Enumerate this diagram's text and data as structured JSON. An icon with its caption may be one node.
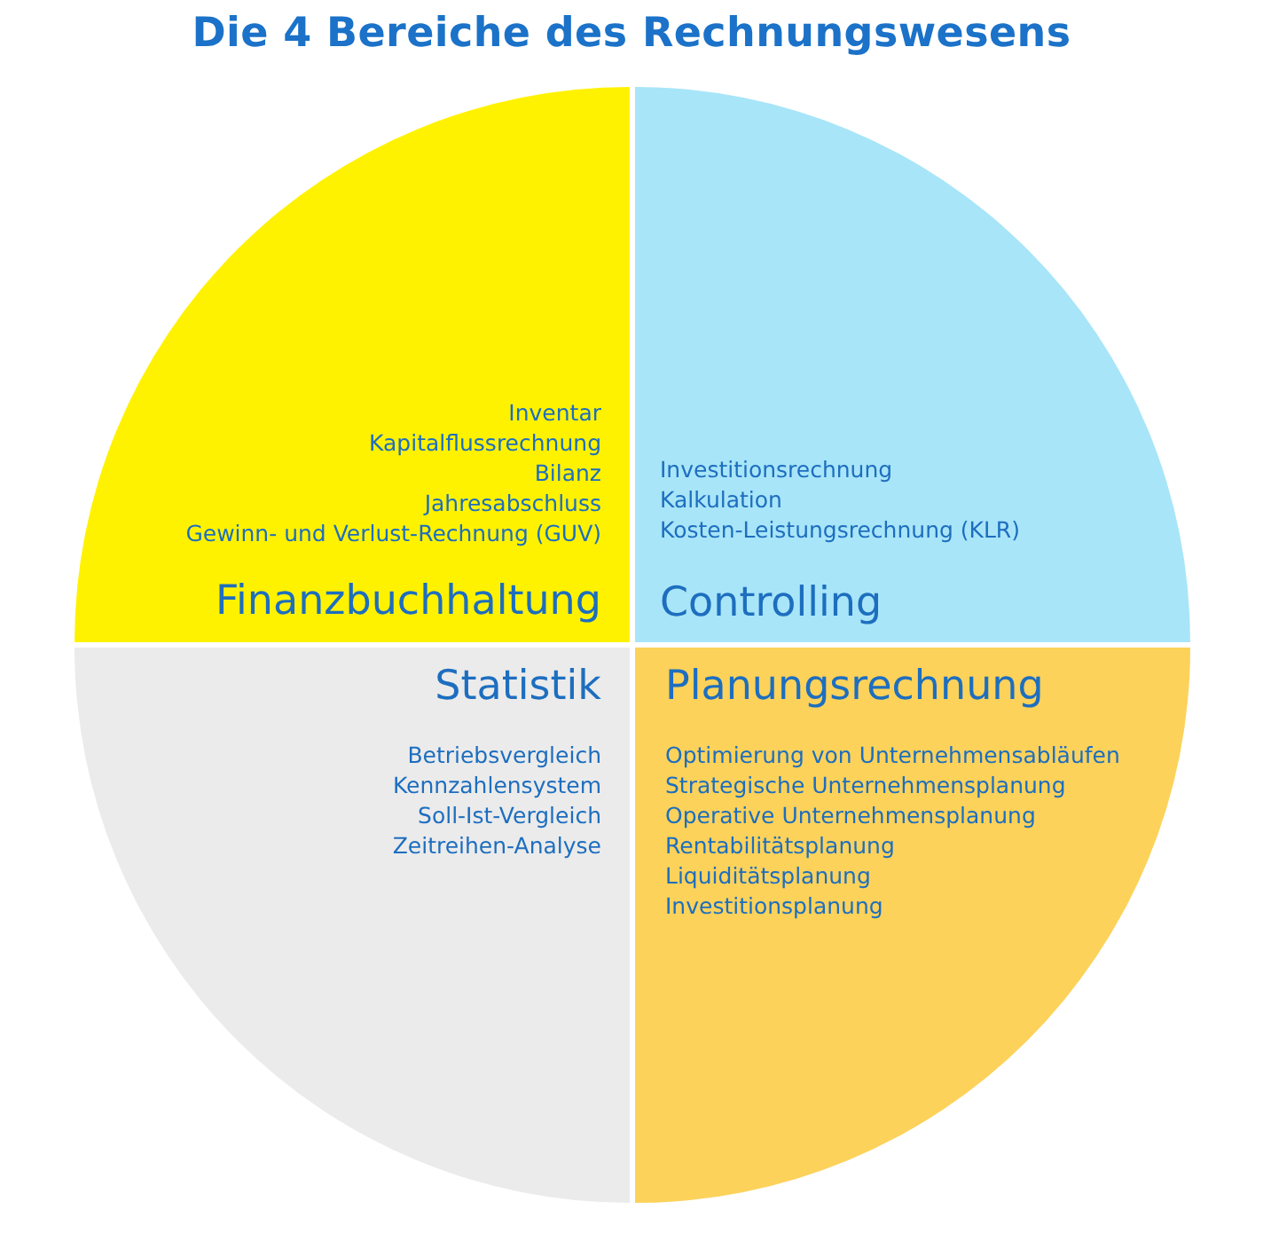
{
  "diagram": {
    "title": "Die 4 Bereiche des Rechnungswesens",
    "nodes": [
      {
        "text": [
          "Inventar",
          "Kapitalflussrechnung",
          "Bilanz",
          "Jahresabschluss",
          "Gewinn- und Verlust-Rechnung (GUV)",
          "Finanzbuchhaltung"
        ]
      },
      {
        "text": [
          "Investitionsrechnung",
          "Kalkulation",
          "Kosten-Leistungsrechnung (KLR)",
          "Controlling"
        ]
      },
      {
        "text": [
          "Statistik",
          "Betriebsvergleich",
          "Kennzahlensystem",
          "Soll-Ist-Vergleich",
          "Zeitreihen-Analyse"
        ]
      },
      {
        "text": [
          "Planungsrechnung",
          "Optimierung von Unternehmensabläufen",
          "Strategische Unternehmensplanung",
          "Operative Unternehmensplanung",
          "Rentabilitätsplanung",
          "Liquiditätsplanung",
          "Investitionsplanung"
        ]
      }
    ]
  }
}
